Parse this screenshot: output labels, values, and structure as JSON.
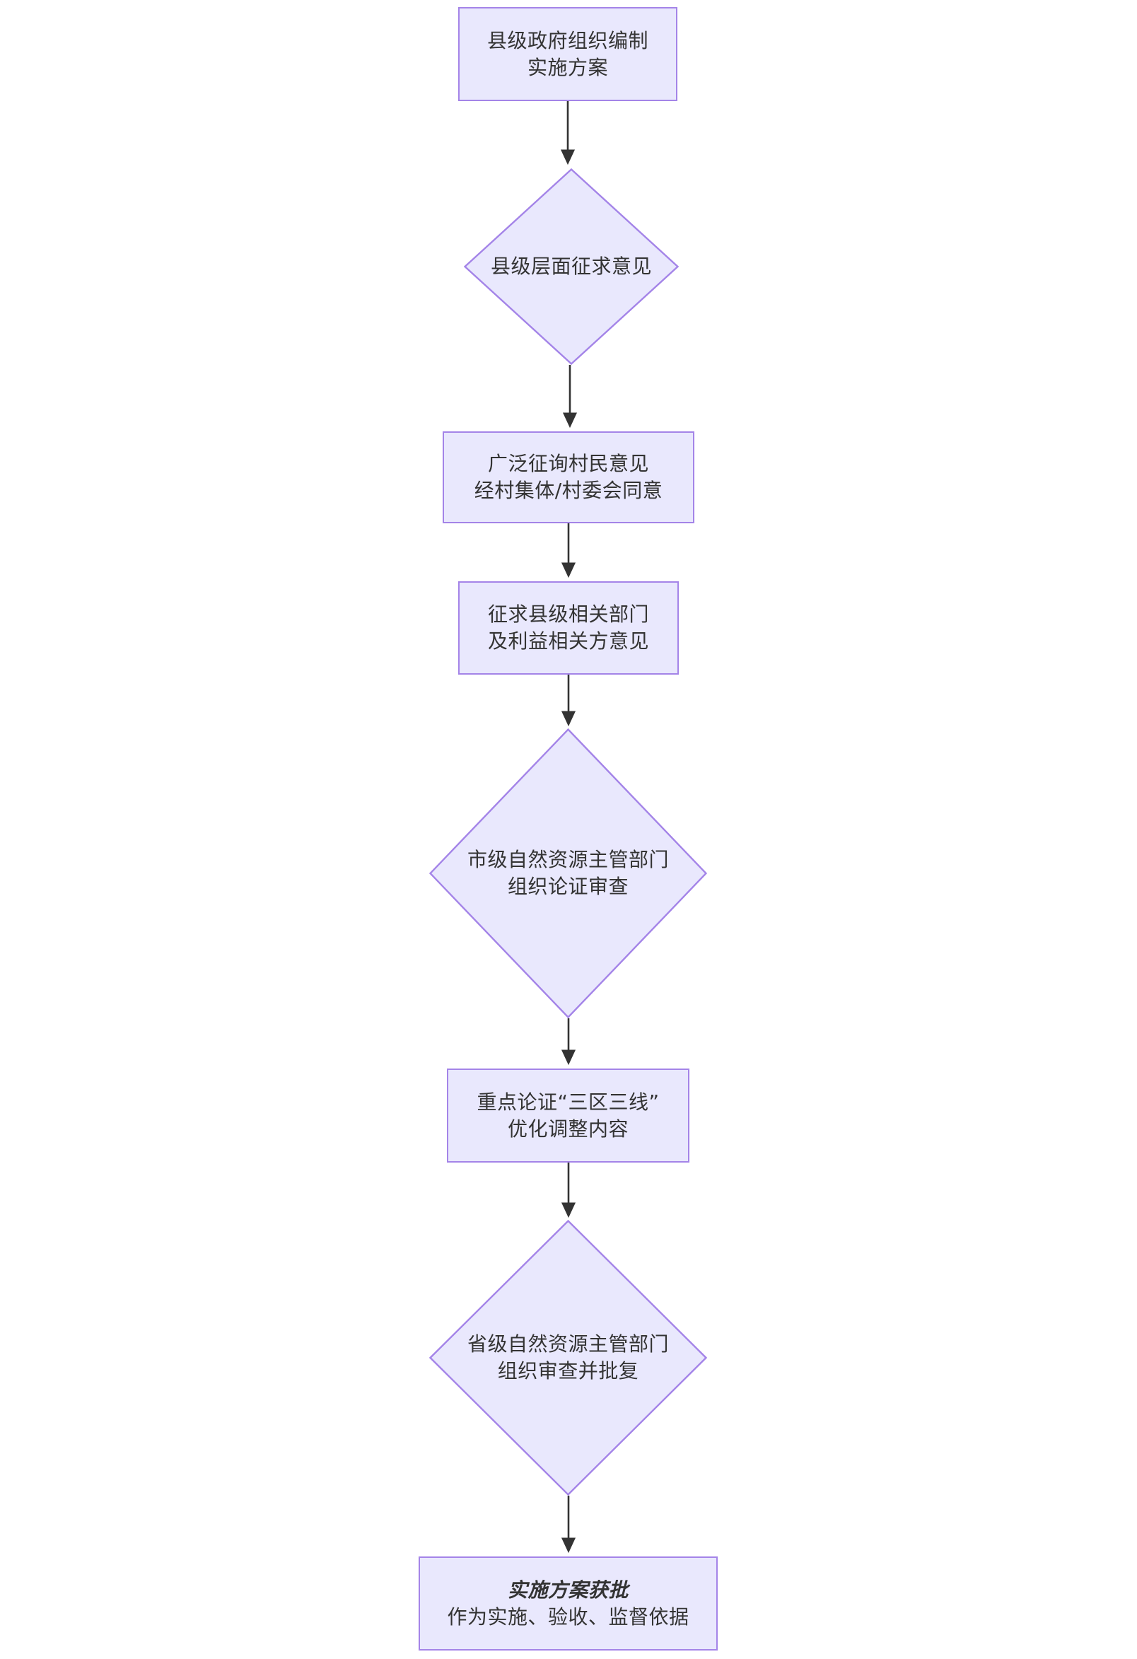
{
  "diagram": {
    "type": "flowchart",
    "orientation": "top-to-bottom",
    "theme": {
      "node_fill": "#e9e8fd",
      "node_border": "#a484e8",
      "text_color": "#333333",
      "edge_color": "#333333",
      "background": "#ffffff"
    },
    "nodes": [
      {
        "id": "plan-draft",
        "shape": "rectangle",
        "lines": [
          "县级政府组织编制",
          "实施方案"
        ]
      },
      {
        "id": "county-opinion",
        "shape": "diamond",
        "lines": [
          "县级层面征求意见"
        ]
      },
      {
        "id": "villager-consult",
        "shape": "rectangle",
        "lines": [
          "广泛征询村民意见",
          "经村集体/村委会同意"
        ]
      },
      {
        "id": "dept-opinion",
        "shape": "rectangle",
        "lines": [
          "征求县级相关部门",
          "及利益相关方意见"
        ]
      },
      {
        "id": "city-review",
        "shape": "diamond",
        "lines": [
          "市级自然资源主管部门",
          "组织论证审查"
        ]
      },
      {
        "id": "three-zones",
        "shape": "rectangle",
        "lines": [
          "重点论证“三区三线”",
          "优化调整内容"
        ]
      },
      {
        "id": "province-review",
        "shape": "diamond",
        "lines": [
          "省级自然资源主管部门",
          "组织审查并批复"
        ]
      },
      {
        "id": "approved",
        "shape": "rectangle",
        "lines": [
          "实施方案获批",
          "作为实施、验收、监督依据"
        ],
        "emphasis_first_line": true
      }
    ],
    "edges": [
      {
        "from": "plan-draft",
        "to": "county-opinion",
        "label": ""
      },
      {
        "from": "county-opinion",
        "to": "villager-consult",
        "label": ""
      },
      {
        "from": "villager-consult",
        "to": "dept-opinion",
        "label": ""
      },
      {
        "from": "dept-opinion",
        "to": "city-review",
        "label": ""
      },
      {
        "from": "city-review",
        "to": "three-zones",
        "label": ""
      },
      {
        "from": "three-zones",
        "to": "province-review",
        "label": ""
      },
      {
        "from": "province-review",
        "to": "approved",
        "label": ""
      }
    ]
  }
}
